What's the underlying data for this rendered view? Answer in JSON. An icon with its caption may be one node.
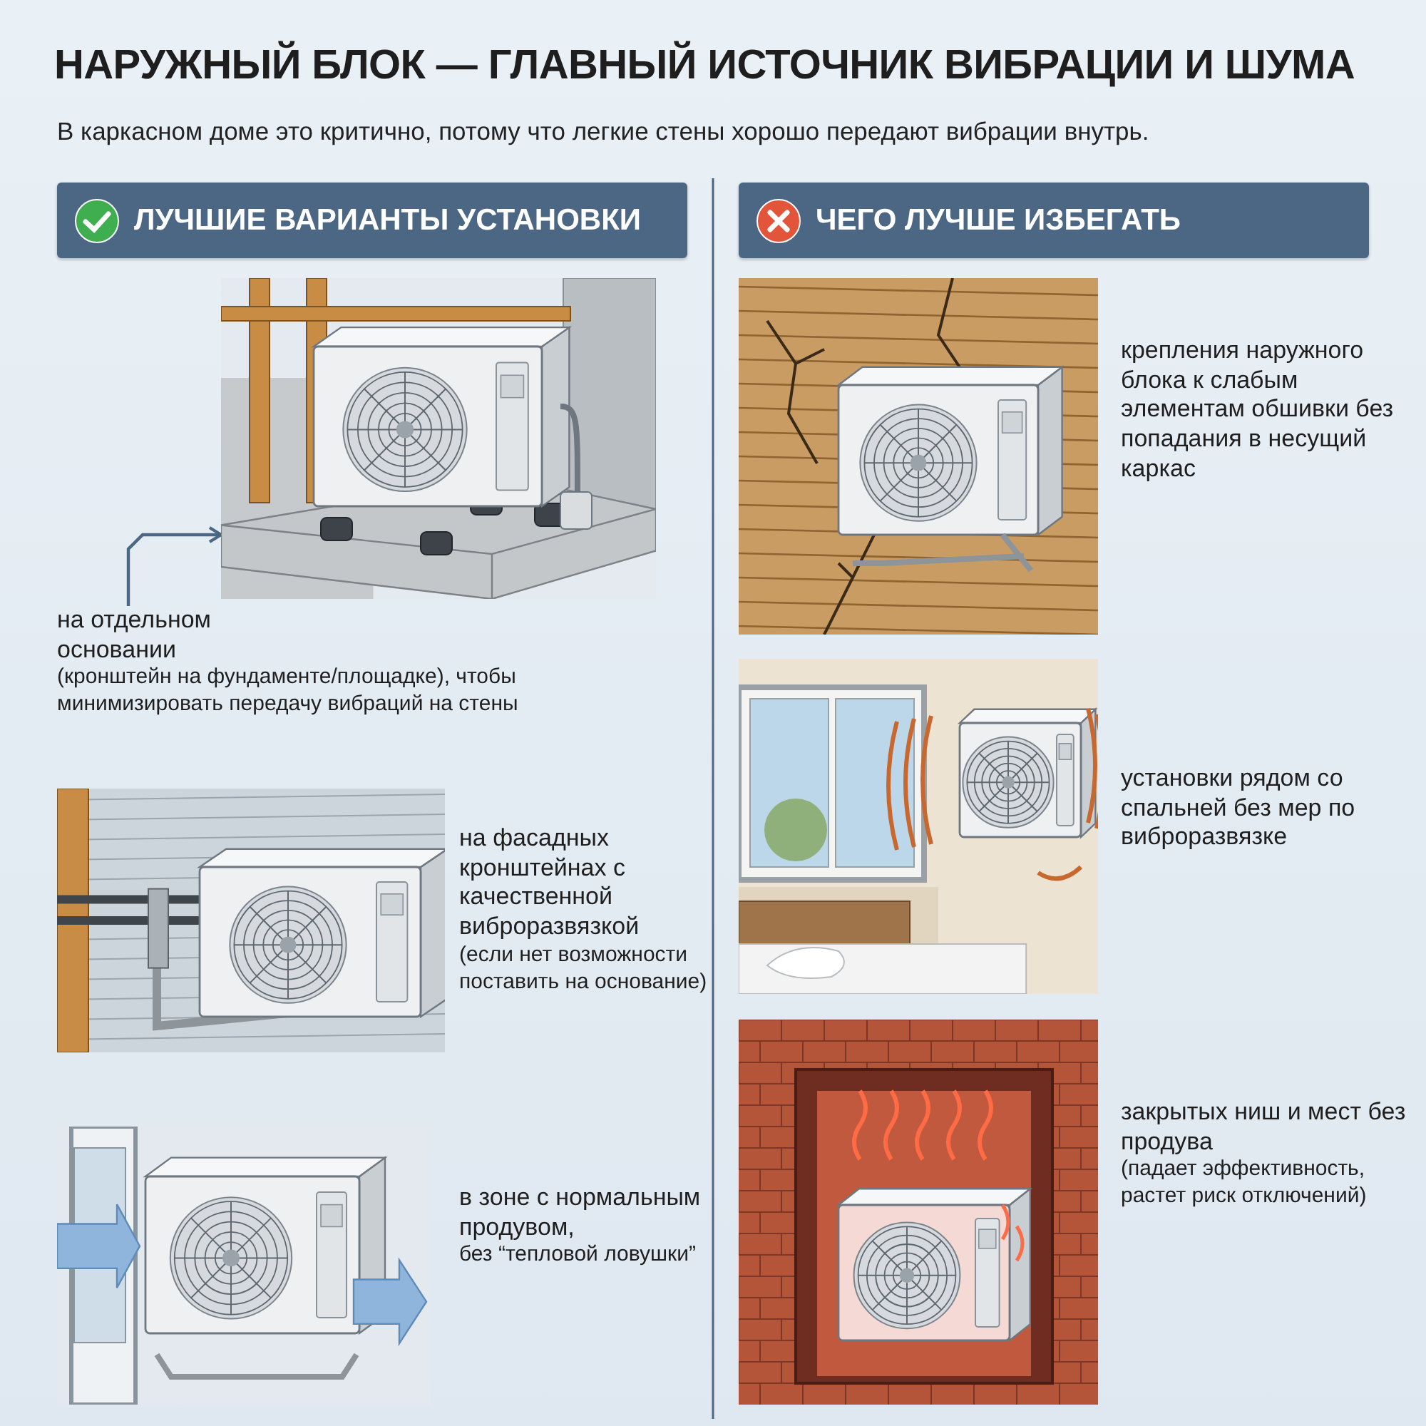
{
  "diagram": {
    "title": "НАРУЖНЫЙ БЛОК — ГЛАВНЫЙ ИСТОЧНИК ВИБРАЦИИ И ШУМА",
    "nodes": [
      {
        "text": [
          "ЛУЧШИЕ ВАРИАНТЫ УСТАНОВКИ"
        ]
      },
      {
        "text": [
          "ЧЕГО ЛУЧШЕ ИЗБЕГАТЬ"
        ]
      },
      {
        "text": [],
        "shape": "picture"
      },
      {
        "text": [
          "на отдельном основании",
          "(кронштейн на фундаменте/площадке), чтобы минимизировать передачу вибраций на стены"
        ]
      },
      {
        "text": [],
        "shape": "picture",
        "beside": [
          "на фасадных кронштейнах с качественной виброразвязкой",
          "(если нет возможности поставить на основание)"
        ]
      },
      {
        "text": [],
        "shape": "picture",
        "beside": [
          "в зоне с нормальным продувом,",
          "без “тепловой ловушки”"
        ]
      },
      {
        "text": [],
        "shape": "picture",
        "beside": [
          "крепления наружного блока к слабым элементам обшивки без попадания в несущий каркас"
        ]
      },
      {
        "text": [],
        "shape": "picture",
        "beside": [
          "установки рядом со спальней без мер по виброразвязке"
        ]
      },
      {
        "text": [],
        "shape": "picture",
        "beside": [
          "закрытых ниш и мест без продува",
          "(падает эффективность, растет риск отключений)"
        ]
      }
    ],
    "edges": [
      {
        "from": 3,
        "to": 2,
        "arrow": "to"
      }
    ],
    "labels": [
      "В каркасном доме это критично, потому что легкие стены хорошо передают вибрации внутрь."
    ]
  }
}
